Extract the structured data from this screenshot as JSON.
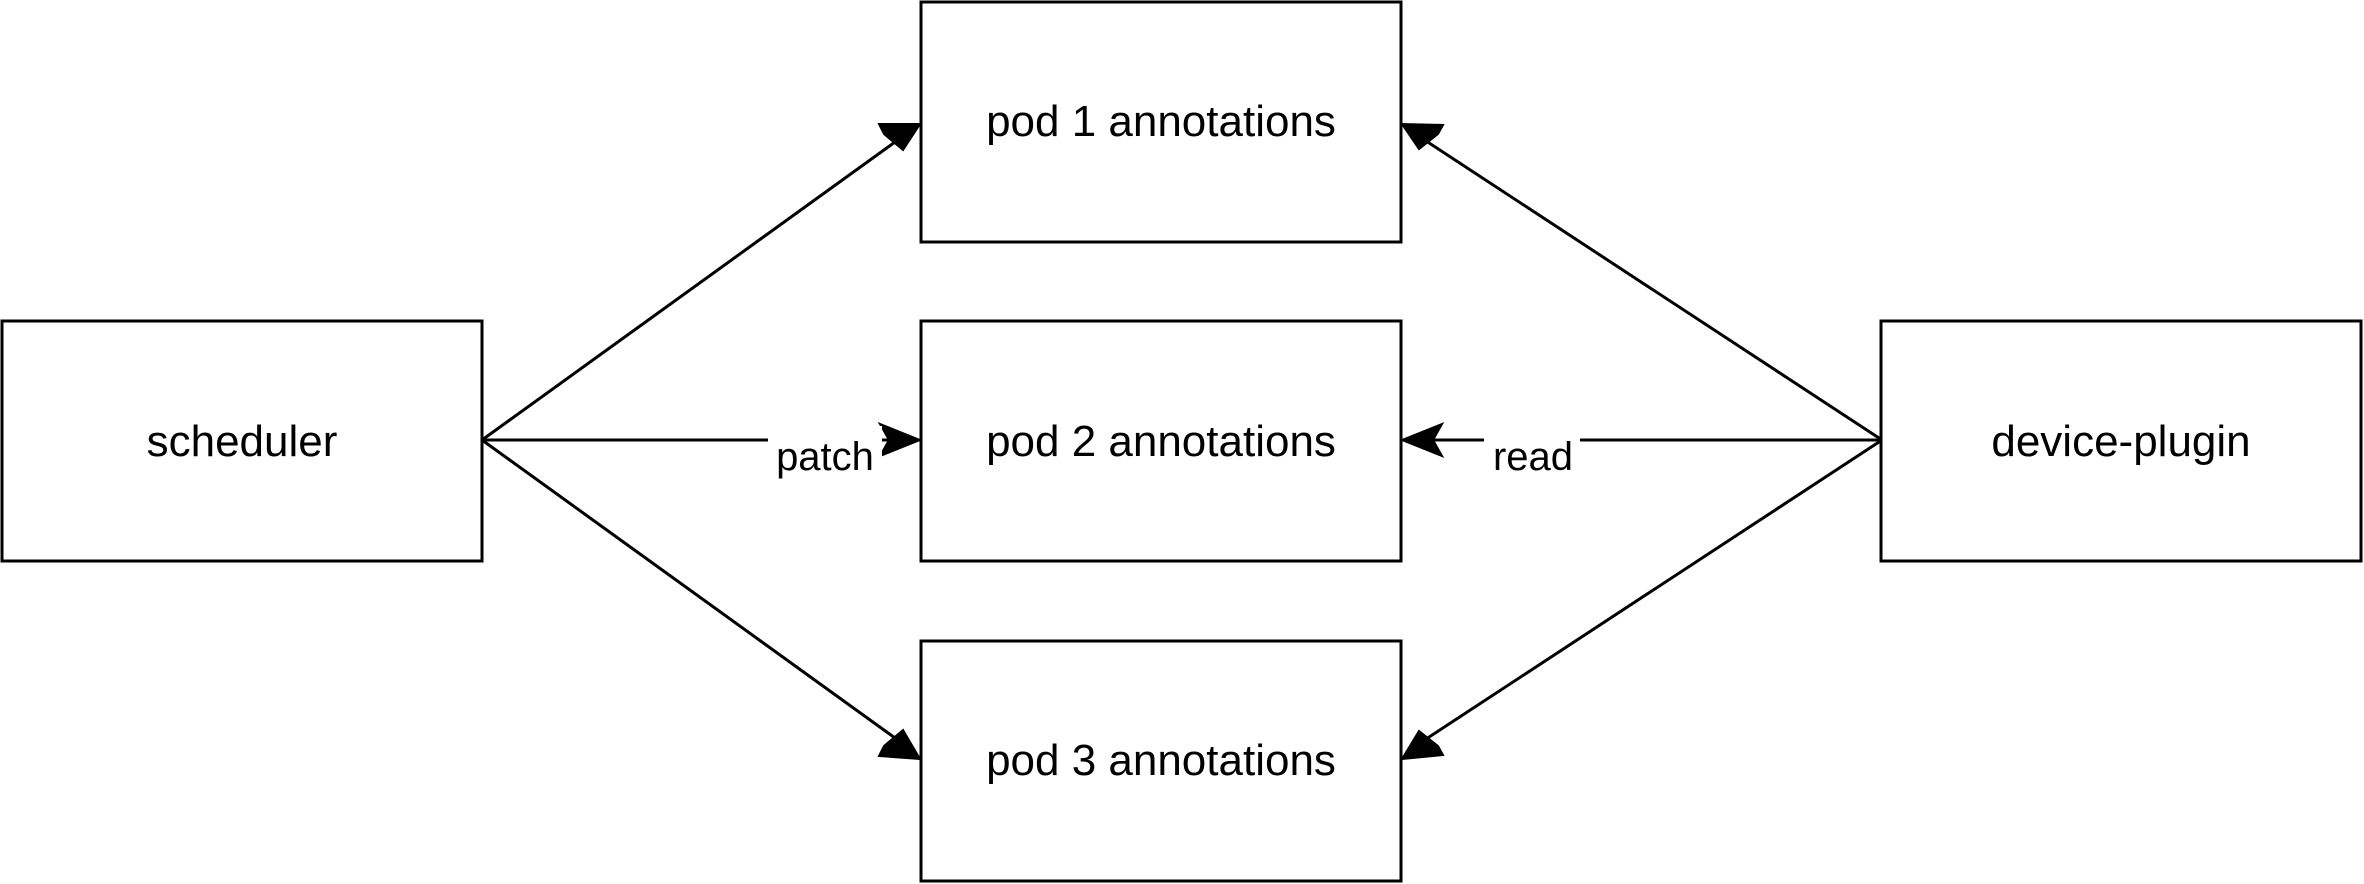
{
  "diagram": {
    "nodes": {
      "scheduler": {
        "label": "scheduler"
      },
      "pod1": {
        "label": "pod 1 annotations"
      },
      "pod2": {
        "label": "pod 2 annotations"
      },
      "pod3": {
        "label": "pod 3 annotations"
      },
      "device_plugin": {
        "label": "device-plugin"
      }
    },
    "edges": {
      "scheduler_to_pod1": {
        "from": "scheduler",
        "to": "pod 1 annotations",
        "label": ""
      },
      "scheduler_to_pod2": {
        "from": "scheduler",
        "to": "pod 2 annotations",
        "label": "patch"
      },
      "scheduler_to_pod3": {
        "from": "scheduler",
        "to": "pod 3 annotations",
        "label": ""
      },
      "plugin_to_pod1": {
        "from": "device-plugin",
        "to": "pod 1 annotations",
        "label": ""
      },
      "plugin_to_pod2": {
        "from": "device-plugin",
        "to": "pod 2 annotations",
        "label": "read"
      },
      "plugin_to_pod3": {
        "from": "device-plugin",
        "to": "pod 3 annotations",
        "label": ""
      }
    },
    "colors": {
      "stroke": "#000000",
      "fill": "#ffffff",
      "text": "#000000"
    }
  }
}
